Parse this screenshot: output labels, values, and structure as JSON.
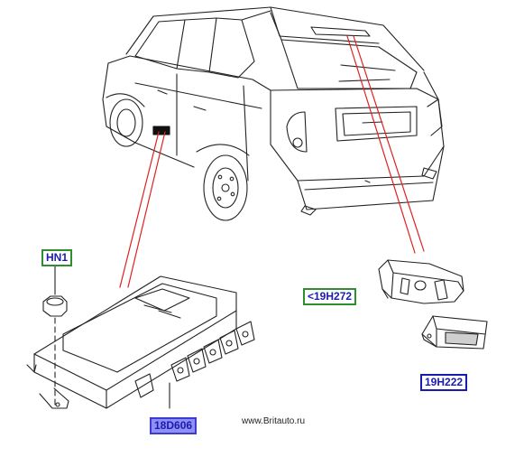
{
  "callouts": {
    "hn1": "HN1",
    "camera": "<19H272",
    "bracket": "19H222",
    "module": "18D606"
  },
  "watermark": "www.Britauto.ru",
  "colors": {
    "leader_lines": "#e02020",
    "green_border": "#2f8f2f",
    "blue_text": "#1b1bb0",
    "module_fill": "#8f8ff5"
  }
}
